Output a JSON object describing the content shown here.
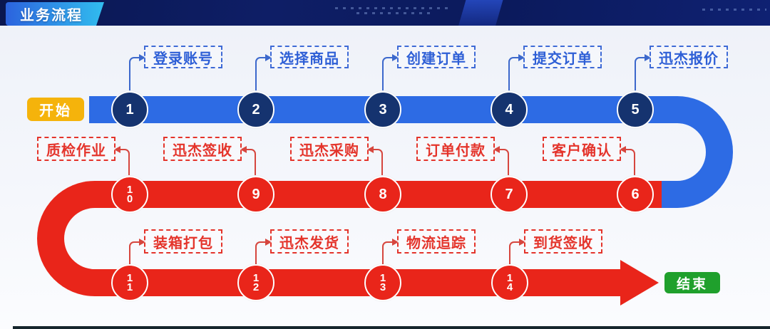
{
  "header": {
    "title": "业务流程"
  },
  "flow": {
    "start_label": "开始",
    "end_label": "结束",
    "steps": [
      {
        "num": "1",
        "label": "登录账号"
      },
      {
        "num": "2",
        "label": "选择商品"
      },
      {
        "num": "3",
        "label": "创建订单"
      },
      {
        "num": "4",
        "label": "提交订单"
      },
      {
        "num": "5",
        "label": "迅杰报价"
      },
      {
        "num": "6",
        "label": "客户确认"
      },
      {
        "num": "7",
        "label": "订单付款"
      },
      {
        "num": "8",
        "label": "迅杰采购"
      },
      {
        "num": "9",
        "label": "迅杰签收"
      },
      {
        "num": "1\n0",
        "label": "质检作业"
      },
      {
        "num": "1\n1",
        "label": "装箱打包"
      },
      {
        "num": "1\n2",
        "label": "迅杰发货"
      },
      {
        "num": "1\n3",
        "label": "物流追踪"
      },
      {
        "num": "1\n4",
        "label": "到货签收"
      }
    ]
  },
  "colors": {
    "band_blue": "#2d6be4",
    "band_red": "#e9251a",
    "circle_navy": "#15336f",
    "start_yellow": "#f5b30b",
    "end_green": "#1fa02c",
    "label_blue": "#2e5fd6",
    "label_red": "#e4342b",
    "topbar_navy": "#0e1e66",
    "title_gradient_start": "#2c63de",
    "title_gradient_end": "#31bcee"
  }
}
